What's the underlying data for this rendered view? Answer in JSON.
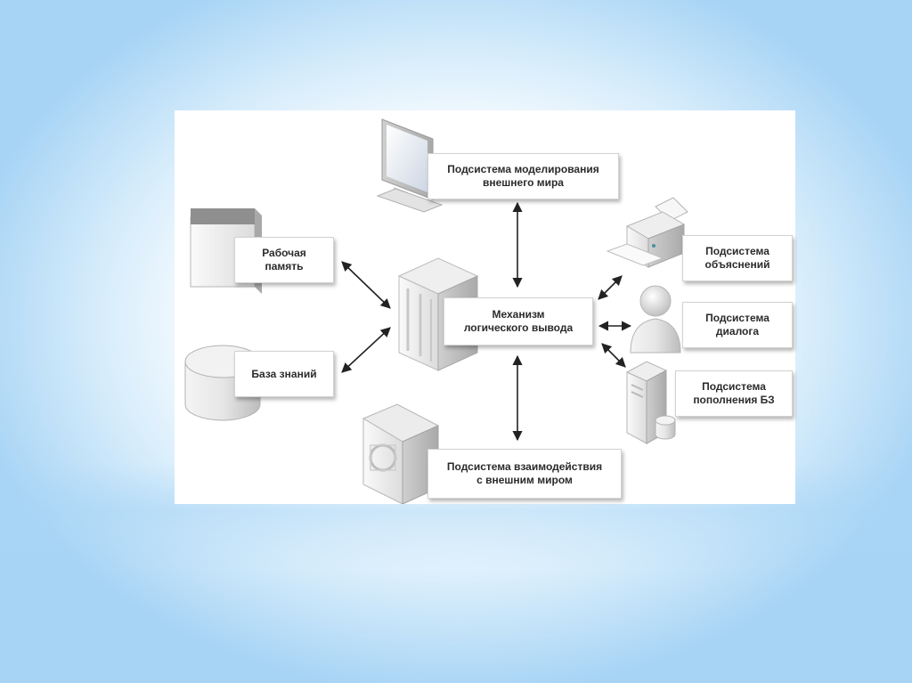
{
  "diagram": {
    "nodes": [
      {
        "id": "modeling",
        "lines": [
          "Подсистема моделирования",
          "внешнего мира"
        ],
        "icon": "monitor-icon"
      },
      {
        "id": "working-memory",
        "lines": [
          "Рабочая",
          "память"
        ],
        "icon": "memory-block-icon"
      },
      {
        "id": "knowledge-base",
        "lines": [
          "База знаний"
        ],
        "icon": "database-cylinder-icon"
      },
      {
        "id": "inference",
        "lines": [
          "Механизм",
          "логического вывода"
        ],
        "icon": "server-rack-icon"
      },
      {
        "id": "interaction",
        "lines": [
          "Подсистема взаимодействия",
          "с внешним миром"
        ],
        "icon": "hardware-device-icon"
      },
      {
        "id": "explanation",
        "lines": [
          "Подсистема",
          "объяснений"
        ],
        "icon": "printer-icon"
      },
      {
        "id": "dialog",
        "lines": [
          "Подсистема",
          "диалога"
        ],
        "icon": "user-icon"
      },
      {
        "id": "kb-update",
        "lines": [
          "Подсистема",
          "пополнения БЗ"
        ],
        "icon": "tower-computer-icon"
      }
    ],
    "edges": [
      {
        "from": "inference",
        "to": "modeling",
        "direction": "both"
      },
      {
        "from": "inference",
        "to": "working-memory",
        "direction": "both"
      },
      {
        "from": "inference",
        "to": "knowledge-base",
        "direction": "both"
      },
      {
        "from": "inference",
        "to": "interaction",
        "direction": "both"
      },
      {
        "from": "inference",
        "to": "explanation",
        "direction": "both"
      },
      {
        "from": "inference",
        "to": "dialog",
        "direction": "both"
      },
      {
        "from": "inference",
        "to": "kb-update",
        "direction": "both"
      }
    ]
  }
}
